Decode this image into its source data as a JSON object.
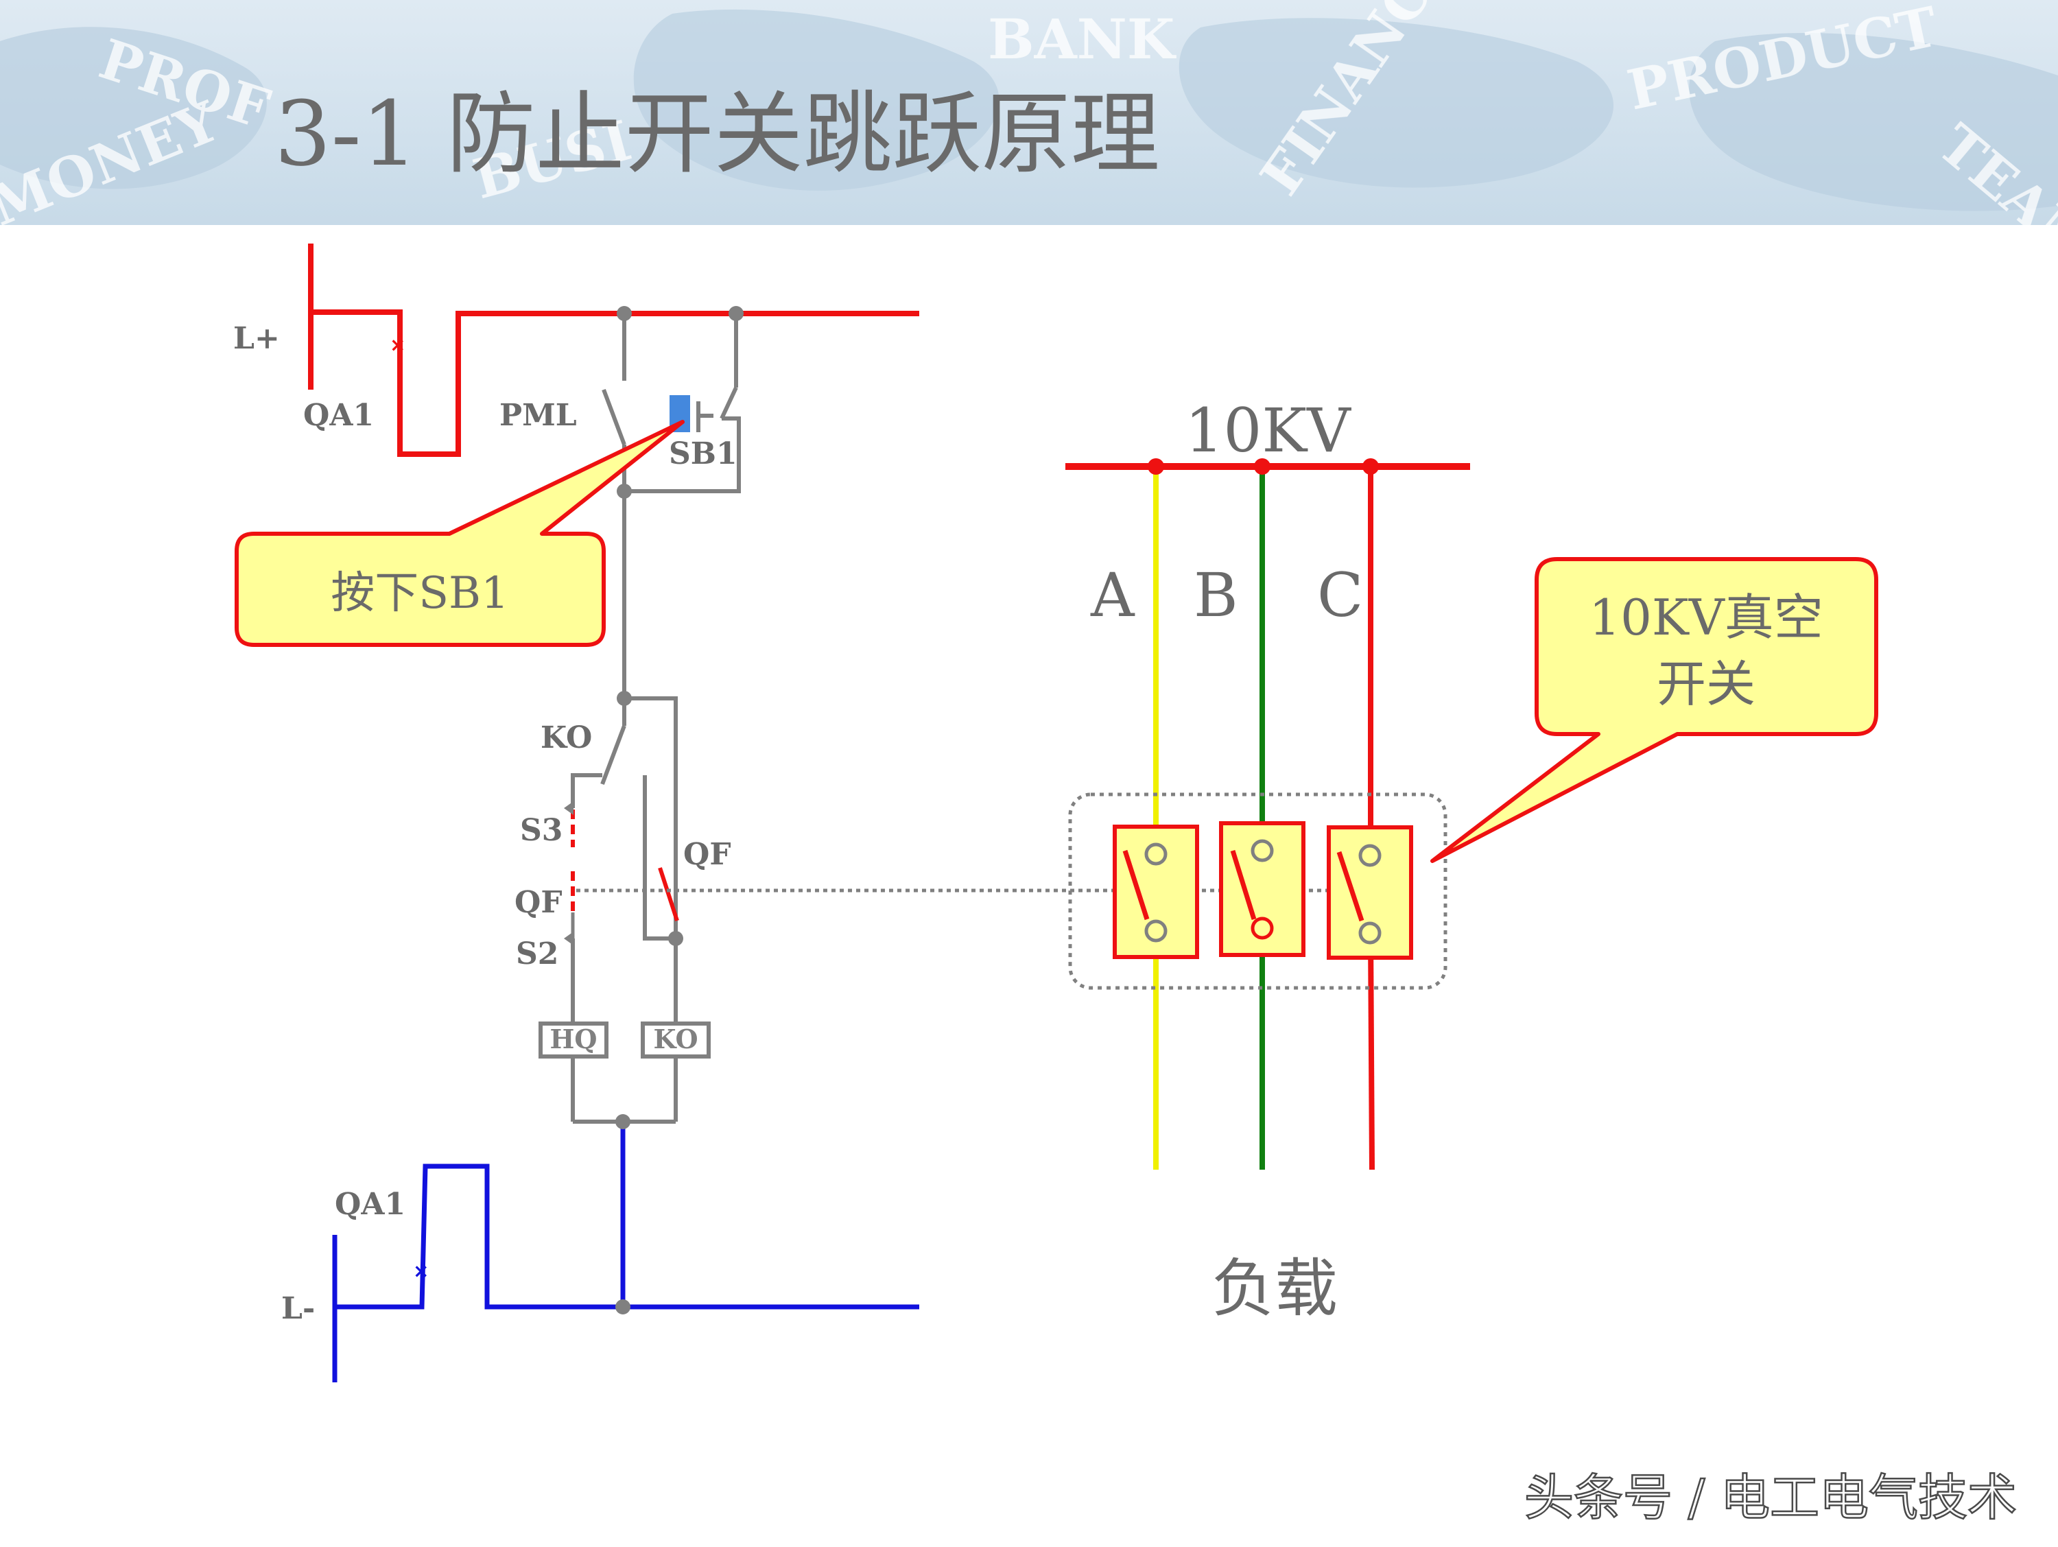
{
  "slide": {
    "title": "3-1   防止开关跳跃原理",
    "watermark": "头条号 / 电工电气技术",
    "banner_words": [
      "PROF",
      "BANK",
      "FINANCE",
      "PRODUCT",
      "MONEY",
      "BUSI",
      "TEAM"
    ]
  },
  "control_circuit": {
    "positive_bus": "L+",
    "negative_bus": "L-",
    "breaker_top": "QA1",
    "breaker_bottom": "QA1",
    "close_switch": "PML",
    "pushbutton": "SB1",
    "relay_contact": "KO",
    "aux_s3": "S3",
    "aux_qf_left": "QF",
    "aux_s2": "S2",
    "aux_qf_right": "QF",
    "coil_hq": "HQ",
    "coil_ko": "KO"
  },
  "primary_circuit": {
    "bus_label": "10KV",
    "phases": [
      "A",
      "B",
      "C"
    ],
    "load_label": "负载"
  },
  "callouts": {
    "press_sb1": "按下SB1",
    "vacuum_switch_line1": "10KV真空",
    "vacuum_switch_line2": "开关"
  },
  "colors": {
    "positive": "#ee1111",
    "negative": "#1111dd",
    "neutral": "#808080",
    "phase_a": "#f0f000",
    "phase_b": "#108010",
    "phase_c": "#ee1111",
    "callout_fill": "#ffff99",
    "callout_border": "#ee1111",
    "sb1_button": "#4488dd",
    "banner": "#cfe0ec"
  }
}
